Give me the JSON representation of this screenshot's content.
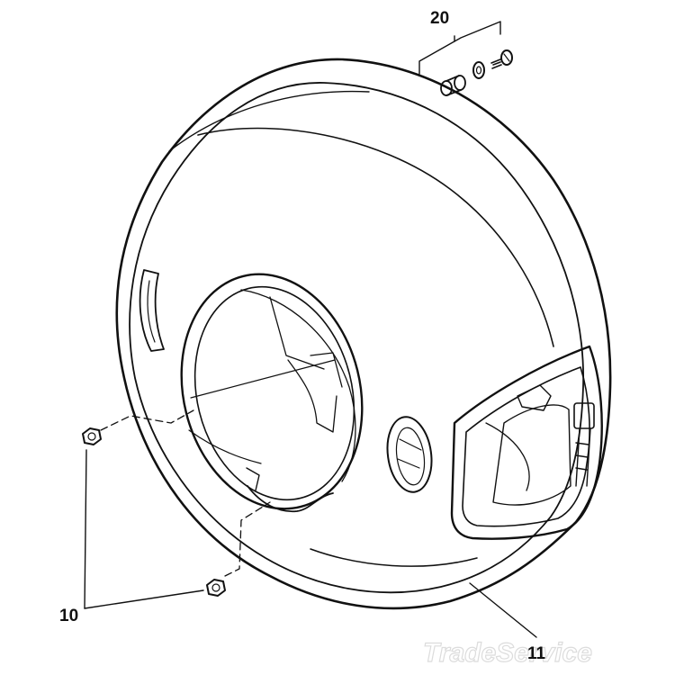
{
  "diagram": {
    "callouts": [
      {
        "id": "callout-20",
        "label": "20"
      },
      {
        "id": "callout-10",
        "label": "10"
      },
      {
        "id": "callout-11",
        "label": "11"
      }
    ],
    "watermark": "TradeService",
    "colors": {
      "line": "#111111",
      "background": "#ffffff",
      "watermark": "#dcdcdc"
    }
  }
}
